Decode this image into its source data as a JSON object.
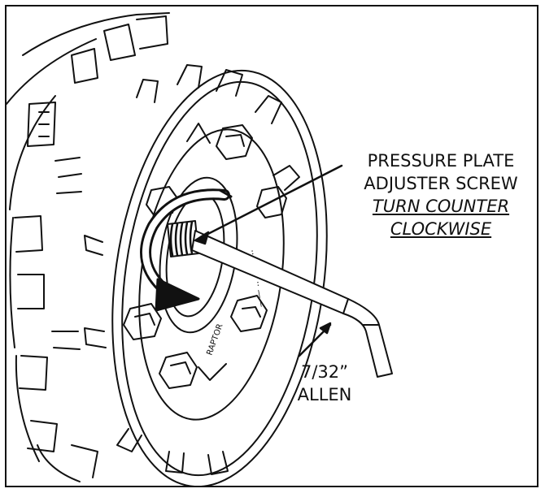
{
  "callouts": {
    "adjuster": {
      "line1": "PRESSURE PLATE",
      "line2": "ADJUSTER SCREW",
      "line3": "TURN COUNTER",
      "line4": "CLOCKWISE"
    },
    "allen": {
      "line1": "7/32”",
      "line2": "ALLEN"
    }
  },
  "colors": {
    "stroke": "#111111",
    "background": "#ffffff"
  }
}
